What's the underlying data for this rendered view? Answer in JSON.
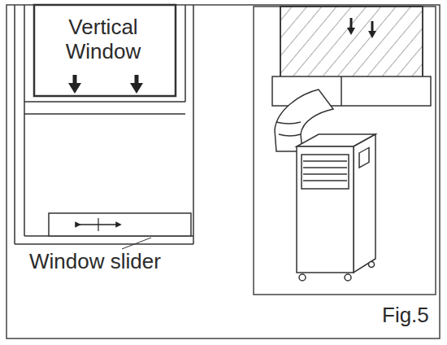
{
  "diagram": {
    "labels": [
      "Vertical Window",
      "Window slider",
      "Fig.5"
    ]
  }
}
